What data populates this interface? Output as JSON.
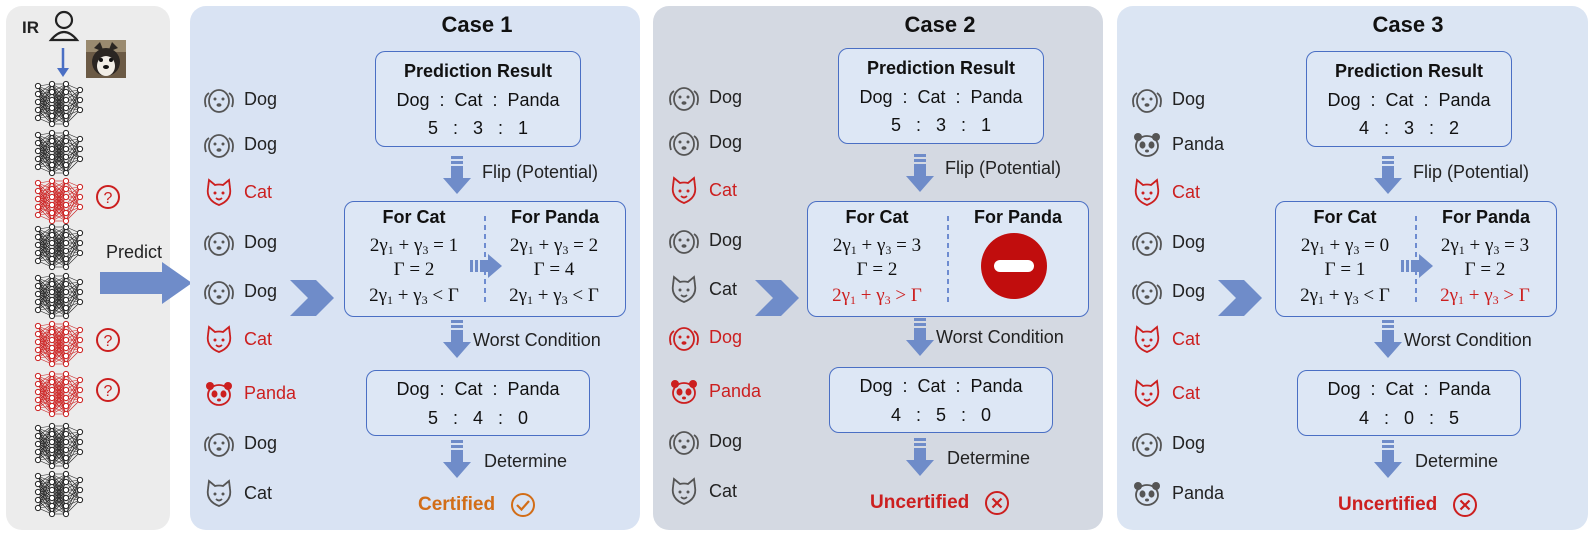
{
  "left": {
    "ir_label": "IR",
    "predict_label": "Predict",
    "network_flags": [
      false,
      false,
      true,
      false,
      false,
      true,
      true,
      false,
      false
    ]
  },
  "labels": {
    "prediction_result": "Prediction Result",
    "header_row": "Dog  :  Cat  :  Panda",
    "flip": "Flip (Potential)",
    "worst": "Worst Condition",
    "determine": "Determine",
    "for_cat": "For Cat",
    "for_panda": "For Panda"
  },
  "cases": [
    {
      "title": "Case 1",
      "animals": [
        {
          "name": "Dog",
          "kind": "dog",
          "wrong": false
        },
        {
          "name": "Dog",
          "kind": "dog",
          "wrong": false
        },
        {
          "name": "Cat",
          "kind": "cat",
          "wrong": true
        },
        {
          "name": "Dog",
          "kind": "dog",
          "wrong": false
        },
        {
          "name": "Dog",
          "kind": "dog",
          "wrong": false
        },
        {
          "name": "Cat",
          "kind": "cat",
          "wrong": true
        },
        {
          "name": "Panda",
          "kind": "panda",
          "wrong": true
        },
        {
          "name": "Dog",
          "kind": "dog",
          "wrong": false
        },
        {
          "name": "Cat",
          "kind": "cat",
          "wrong": false
        }
      ],
      "prediction": "5   :   3   :   1",
      "cat": {
        "eq1": "= 1",
        "gamma": "Γ = 2",
        "cond": "< Γ",
        "cond_red": false
      },
      "panda": {
        "eq1": "= 2",
        "gamma": "Γ = 4",
        "cond": "< Γ",
        "cond_red": false,
        "blocked": false
      },
      "worst": "5   :   4   :   0",
      "result": "Certified",
      "result_ok": true
    },
    {
      "title": "Case 2",
      "animals": [
        {
          "name": "Dog",
          "kind": "dog",
          "wrong": false
        },
        {
          "name": "Dog",
          "kind": "dog",
          "wrong": false
        },
        {
          "name": "Cat",
          "kind": "cat",
          "wrong": true
        },
        {
          "name": "Dog",
          "kind": "dog",
          "wrong": false
        },
        {
          "name": "Cat",
          "kind": "cat",
          "wrong": false
        },
        {
          "name": "Dog",
          "kind": "dog",
          "wrong": true
        },
        {
          "name": "Panda",
          "kind": "panda",
          "wrong": true
        },
        {
          "name": "Dog",
          "kind": "dog",
          "wrong": false
        },
        {
          "name": "Cat",
          "kind": "cat",
          "wrong": false
        }
      ],
      "prediction": "5   :   3   :   1",
      "cat": {
        "eq1": "= 3",
        "gamma": "Γ = 2",
        "cond": "> Γ",
        "cond_red": true
      },
      "panda": {
        "blocked": true
      },
      "worst": "4   :   5   :   0",
      "result": "Uncertified",
      "result_ok": false
    },
    {
      "title": "Case 3",
      "animals": [
        {
          "name": "Dog",
          "kind": "dog",
          "wrong": false
        },
        {
          "name": "Panda",
          "kind": "panda",
          "wrong": false
        },
        {
          "name": "Cat",
          "kind": "cat",
          "wrong": true
        },
        {
          "name": "Dog",
          "kind": "dog",
          "wrong": false
        },
        {
          "name": "Dog",
          "kind": "dog",
          "wrong": false
        },
        {
          "name": "Cat",
          "kind": "cat",
          "wrong": true
        },
        {
          "name": "Cat",
          "kind": "cat",
          "wrong": true
        },
        {
          "name": "Dog",
          "kind": "dog",
          "wrong": false
        },
        {
          "name": "Panda",
          "kind": "panda",
          "wrong": false
        }
      ],
      "prediction": "4   :   3   :   2",
      "cat": {
        "eq1": "= 0",
        "gamma": "Γ = 1",
        "cond": "< Γ",
        "cond_red": false
      },
      "panda": {
        "eq1": "= 3",
        "gamma": "Γ = 2",
        "cond": "> Γ",
        "cond_red": true,
        "blocked": false
      },
      "worst": "4   :   0   :   5",
      "result": "Uncertified",
      "result_ok": false
    }
  ],
  "colors": {
    "panel_left": "#ececec",
    "panel_case1": "#d9e3f3",
    "panel_case2": "#d4d9e2",
    "panel_case3": "#dbe5f3",
    "box_border": "#4a6fc4",
    "arrow": "#6f8cc9",
    "wrong": "#cc1f1f",
    "neutral": "#555555",
    "certified": "#d26d17",
    "uncertified": "#cc1f1f"
  }
}
